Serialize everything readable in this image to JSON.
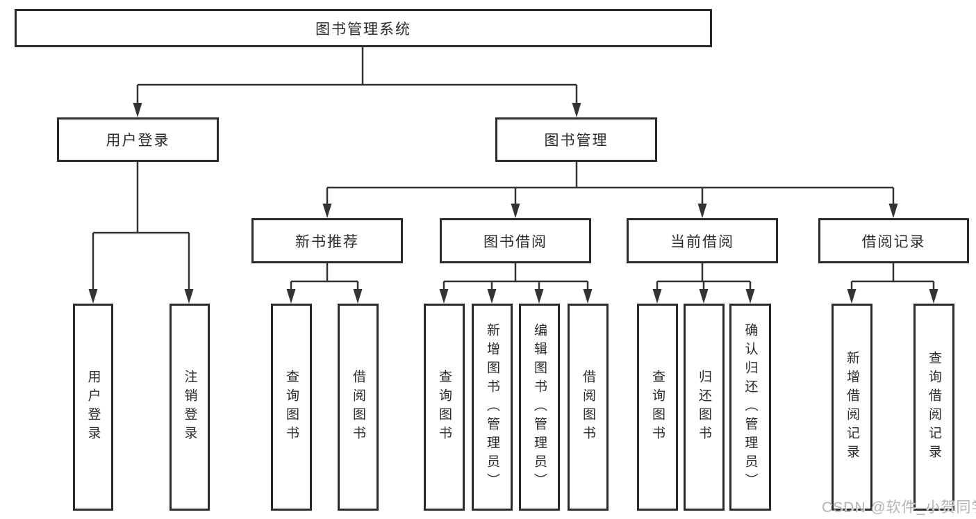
{
  "diagram": {
    "root": {
      "label": "图书管理系统"
    },
    "user_login_branch": {
      "label": "用户登录",
      "children": [
        {
          "label": "用户登录"
        },
        {
          "label": "注销登录"
        }
      ]
    },
    "book_management_branch": {
      "label": "图书管理",
      "modules": [
        {
          "label": "新书推荐",
          "children": [
            {
              "label": "查询图书"
            },
            {
              "label": "借阅图书"
            }
          ]
        },
        {
          "label": "图书借阅",
          "children": [
            {
              "label": "查询图书"
            },
            {
              "label": "新增图书（管理员）"
            },
            {
              "label": "编辑图书（管理员）"
            },
            {
              "label": "借阅图书"
            }
          ]
        },
        {
          "label": "当前借阅",
          "children": [
            {
              "label": "查询图书"
            },
            {
              "label": "归还图书"
            },
            {
              "label": "确认归还（管理员）"
            }
          ]
        },
        {
          "label": "借阅记录",
          "children": [
            {
              "label": "新增借阅记录"
            },
            {
              "label": "查询借阅记录"
            }
          ]
        }
      ]
    }
  },
  "watermark": {
    "text": "CSDN @软件_小贺同学"
  },
  "colors": {
    "background": "#ffffff",
    "box_border": "#2b2b2b",
    "line": "#333333",
    "text": "#2b2b2b",
    "watermark": "#b3b3b3"
  }
}
